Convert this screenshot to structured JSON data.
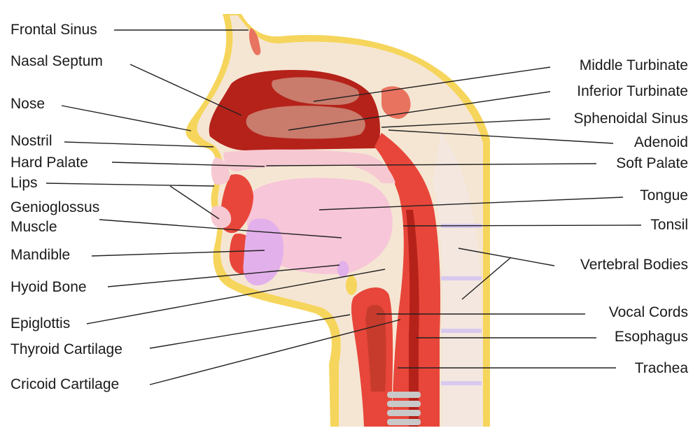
{
  "labels": {
    "frontal_sinus": "Frontal Sinus",
    "nasal_septum": "Nasal Septum",
    "nose": "Nose",
    "nostril": "Nostril",
    "hard_palate": "Hard Palate",
    "lips": "Lips",
    "genioglossus_line1": "Genioglossus",
    "genioglossus_line2": "Muscle",
    "mandible": "Mandible",
    "hyoid_bone": "Hyoid Bone",
    "epiglottis": "Epiglottis",
    "thyroid_cartilage": "Thyroid Cartilage",
    "cricoid_cartilage": "Cricoid Cartilage",
    "middle_turbinate": "Middle Turbinate",
    "inferior_turbinate": "Inferior Turbinate",
    "sphenoidal_sinus": "Sphenoidal Sinus",
    "adenoid": "Adenoid",
    "soft_palate": "Soft Palate",
    "tongue": "Tongue",
    "tonsil": "Tonsil",
    "vertebral_bodies": "Vertebral Bodies",
    "vocal_cords": "Vocal Cords",
    "esophagus": "Esophagus",
    "trachea": "Trachea"
  },
  "colors": {
    "skin": "#f6d55c",
    "bone": "#f5e6d3",
    "cavity": "#b5221a",
    "tissue_red": "#e8463a",
    "tongue": "#f7c6d8",
    "turbinate": "#c97b6c",
    "vertebra": "#f3e7e0",
    "disc": "#d8c9ef",
    "trachea_ring": "#c9c9c9",
    "line": "#222222"
  }
}
